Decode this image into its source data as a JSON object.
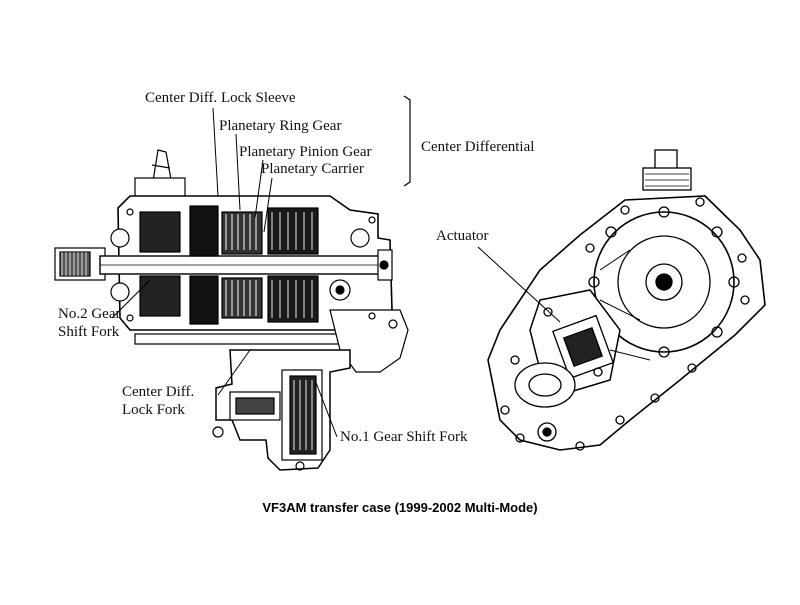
{
  "labels": {
    "center_diff_lock_sleeve": "Center Diff. Lock Sleeve",
    "planetary_ring_gear": "Planetary Ring Gear",
    "planetary_pinion_gear": "Planetary Pinion Gear",
    "planetary_carrier": "Planetary Carrier",
    "center_differential": "Center Differential",
    "actuator": "Actuator",
    "no2_gear_line1": "No.2 Gear",
    "no2_gear_line2": "Shift Fork",
    "center_diff_fork_line1": "Center Diff.",
    "center_diff_fork_line2": "Lock Fork",
    "no1_gear_shift_fork": "No.1 Gear Shift Fork"
  },
  "caption": "VF3AM transfer case (1999-2002 Multi-Mode)"
}
